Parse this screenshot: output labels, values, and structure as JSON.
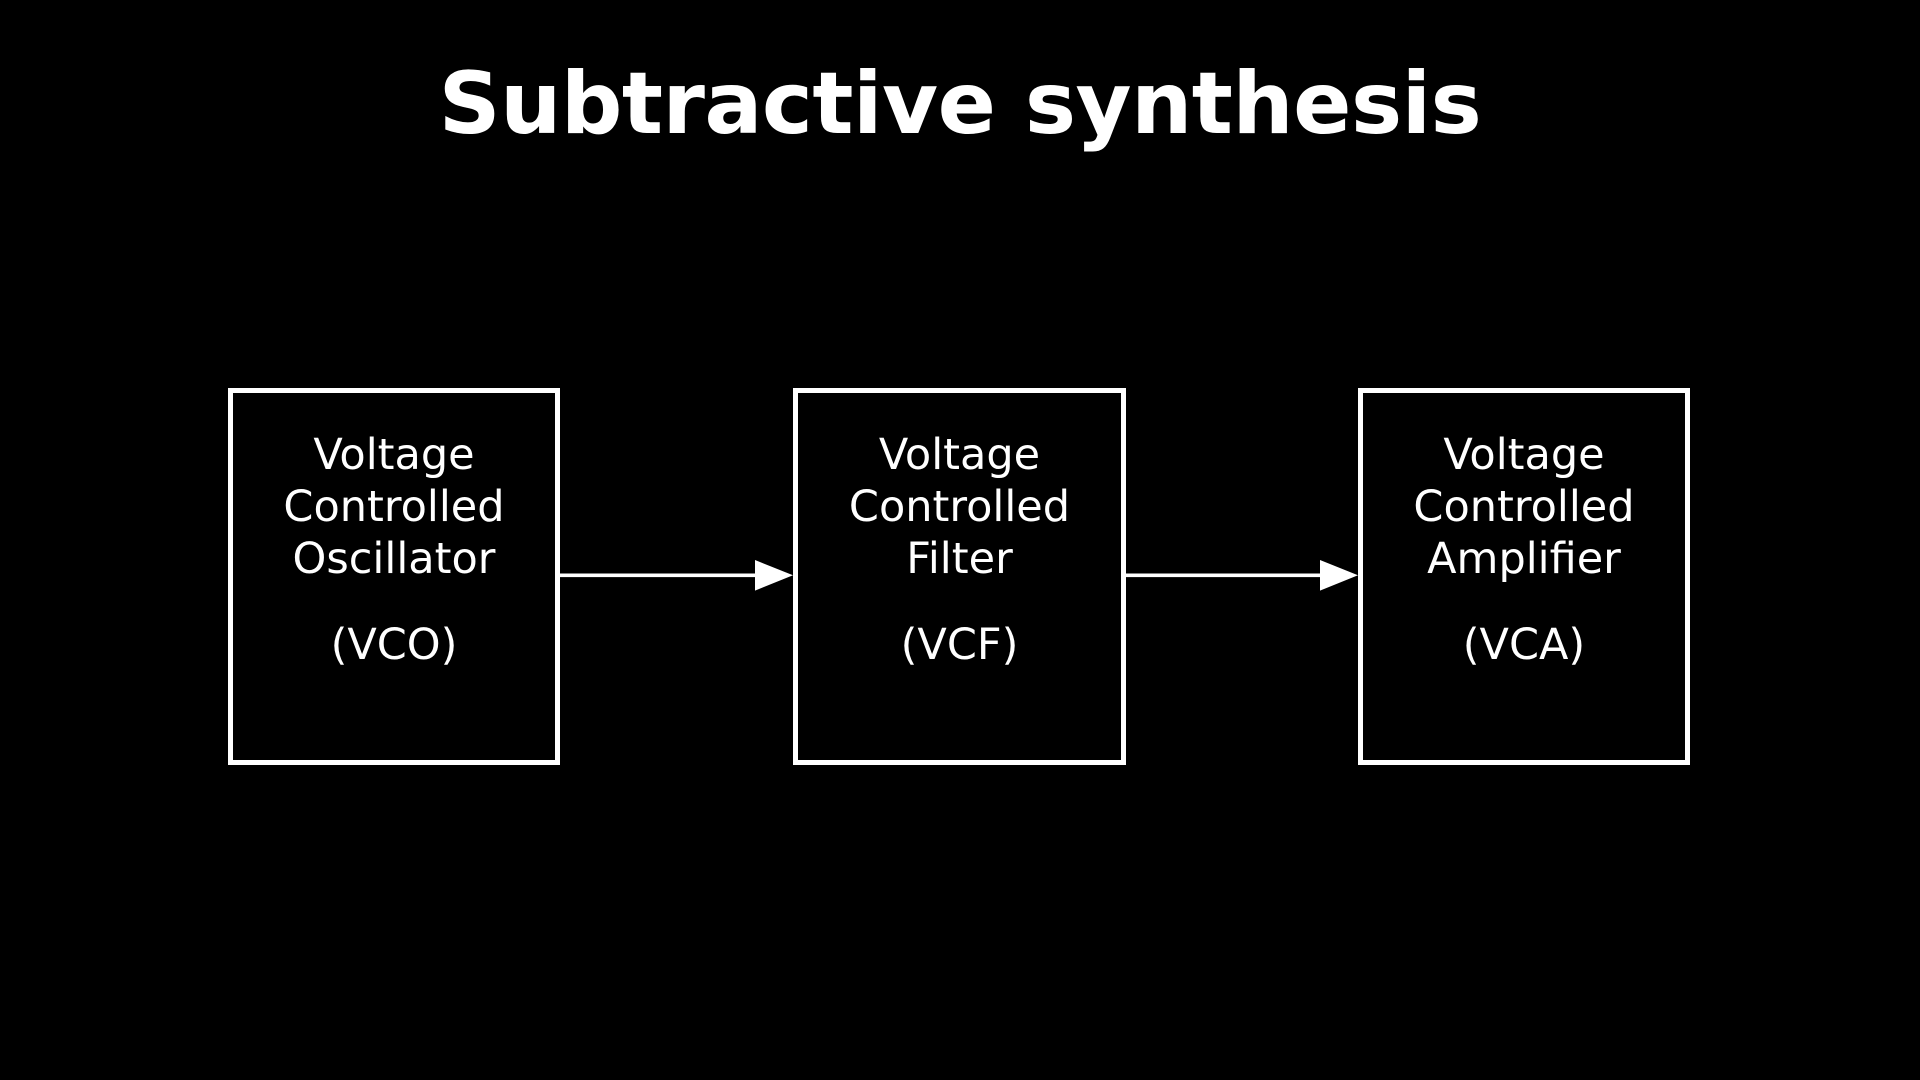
{
  "slide": {
    "background_color": "#000000",
    "foreground_color": "#ffffff",
    "title": "Subtractive synthesis"
  },
  "diagram": {
    "type": "signal-flow-chain",
    "orientation": "left-to-right",
    "modules": [
      {
        "id": "vco",
        "lines": [
          "Voltage",
          "Controlled",
          "Oscillator"
        ],
        "abbrev": "(VCO)"
      },
      {
        "id": "vcf",
        "lines": [
          "Voltage",
          "Controlled",
          "Filter"
        ],
        "abbrev": "(VCF)"
      },
      {
        "id": "vca",
        "lines": [
          "Voltage",
          "Controlled",
          "Amplifier"
        ],
        "abbrev": "(VCA)"
      }
    ],
    "connectors": [
      {
        "id": "vco-to-vcf",
        "from": "vco",
        "to": "vcf",
        "style": "solid-arrow"
      },
      {
        "id": "vcf-to-vca",
        "from": "vcf",
        "to": "vca",
        "style": "solid-arrow"
      }
    ]
  }
}
